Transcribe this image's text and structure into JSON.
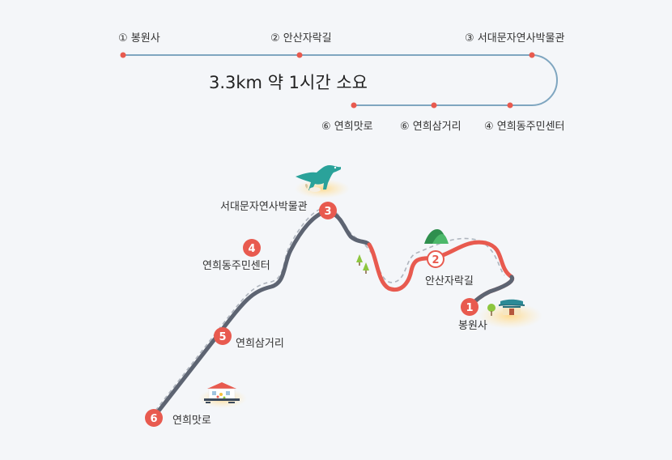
{
  "summary": "3.3km 약 1시간 소요",
  "top_stops": [
    {
      "num": "①",
      "name": "봉원사"
    },
    {
      "num": "②",
      "name": "안산자락길"
    },
    {
      "num": "③",
      "name": "서대문자연사박물관"
    },
    {
      "num": "④",
      "name": "연희동주민센터"
    },
    {
      "num": "⑥",
      "name": "연희삼거리"
    },
    {
      "num": "⑥",
      "name": "연희맛로"
    }
  ],
  "map_stops": [
    {
      "num": "1",
      "name": "봉원사"
    },
    {
      "num": "2",
      "name": "안산자락길"
    },
    {
      "num": "3",
      "name": "서대문자연사박물관"
    },
    {
      "num": "4",
      "name": "연희동주민센터"
    },
    {
      "num": "5",
      "name": "연희삼거리"
    },
    {
      "num": "6",
      "name": "연희맛로"
    }
  ],
  "colors": {
    "accent": "#e85a4f",
    "route_line": "#7fa6c0",
    "trail_red": "#e85a4f",
    "trail_gray": "#5d6472",
    "background": "#f4f6f9"
  },
  "icons": [
    "dinosaur-icon",
    "temple-icon",
    "village-icon",
    "mountain-icon",
    "tree-icon"
  ]
}
